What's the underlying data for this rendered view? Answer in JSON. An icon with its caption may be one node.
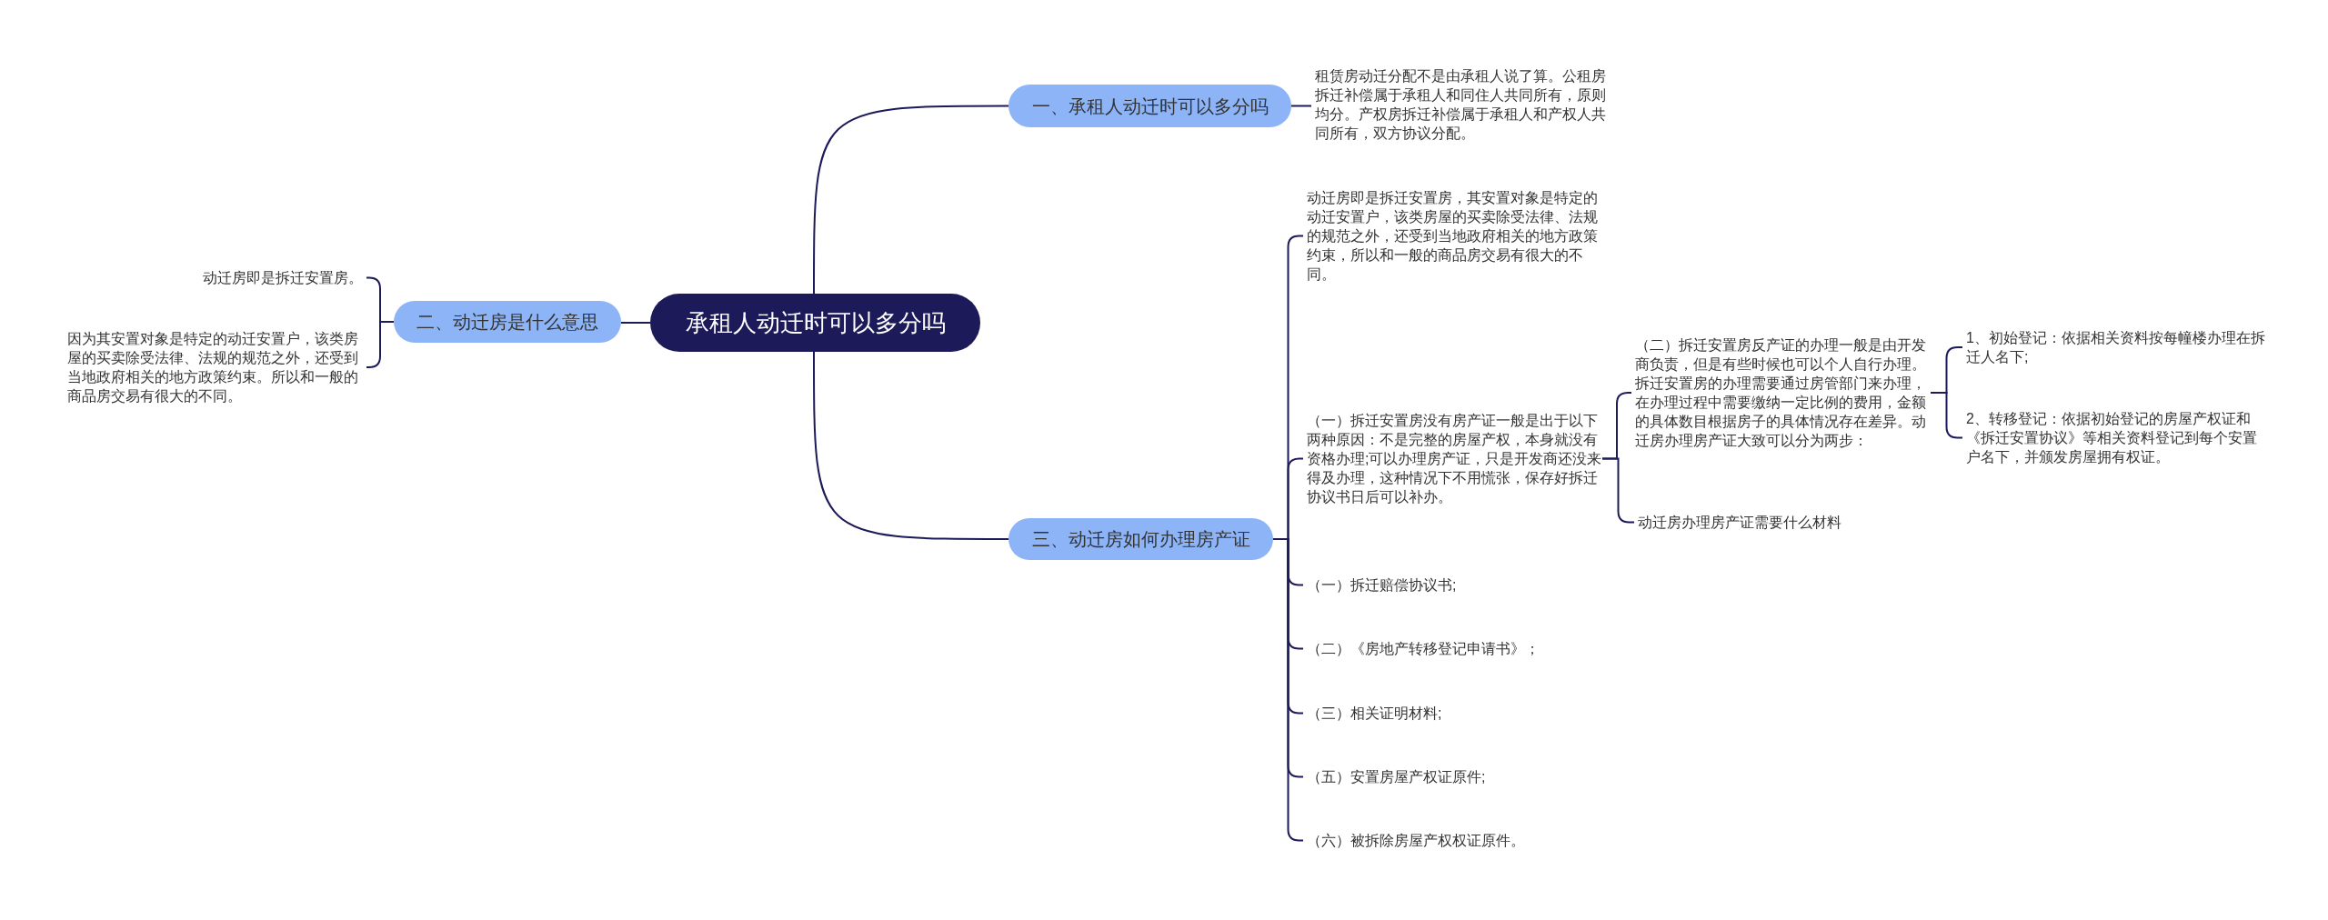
{
  "diagram": {
    "nodes": [
      {
        "text": [
          "承租人动迁时可以多分吗"
        ]
      },
      {
        "text": [
          "一、承租人动迁时可以多分吗"
        ]
      },
      {
        "text": [
          "租赁房动迁分配不是由承租人说了算。公租房拆迁补偿属于承租人和同住人共同所有，原则均分。产权房拆迁补偿属于承租人和产权人共同所有，双方协议分配。"
        ]
      },
      {
        "text": [
          "二、动迁房是什么意思"
        ]
      },
      {
        "text": [
          "动迁房即是拆迁安置房。"
        ]
      },
      {
        "text": [
          "因为其安置对象是特定的动迁安置户，该类房屋的买卖除受法律、法规的规范之外，还受到当地政府相关的地方政策约束。所以和一般的商品房交易有很大的不同。"
        ]
      },
      {
        "text": [
          "三、动迁房如何办理房产证"
        ]
      },
      {
        "text": [
          "动迁房即是拆迁安置房，其安置对象是特定的动迁安置户，该类房屋的买卖除受法律、法规的规范之外，还受到当地政府相关的地方政策约束，所以和一般的商品房交易有很大的不同。"
        ]
      },
      {
        "text": [
          "（一）拆迁安置房没有房产证一般是出于以下两种原因：不是完整的房屋产权，本身就没有资格办理;可以办理房产证，只是开发商还没来得及办理，这种情况下不用慌张，保存好拆迁协议书日后可以补办。"
        ]
      },
      {
        "text": [
          "（二）拆迁安置房反产证的办理一般是由开发商负责，但是有些时候也可以个人自行办理。拆迁安置房的办理需要通过房管部门来办理，在办理过程中需要缴纳一定比例的费用，金额的具体数目根据房子的具体情况存在差异。动迁房办理房产证大致可以分为两步："
        ]
      },
      {
        "text": [
          "1、初始登记：依据相关资料按每幢楼办理在拆迁人名下;"
        ]
      },
      {
        "text": [
          "2、转移登记：依据初始登记的房屋产权证和《拆迁安置协议》等相关资料登记到每个安置户名下，并颁发房屋拥有权证。"
        ]
      },
      {
        "text": [
          "动迁房办理房产证需要什么材料"
        ]
      },
      {
        "text": [
          "（一）拆迁赔偿协议书;"
        ]
      },
      {
        "text": [
          "（二）《房地产转移登记申请书》；"
        ]
      },
      {
        "text": [
          "（三）相关证明材料;"
        ]
      },
      {
        "text": [
          "（五）安置房屋产权证原件;"
        ]
      },
      {
        "text": [
          "（六）被拆除房屋产权权证原件。"
        ]
      }
    ],
    "edges": [
      {
        "from": 0,
        "to": 1,
        "arrow": "none"
      },
      {
        "from": 0,
        "to": 3,
        "arrow": "none"
      },
      {
        "from": 0,
        "to": 6,
        "arrow": "none"
      },
      {
        "from": 1,
        "to": 2,
        "arrow": "none"
      },
      {
        "from": 3,
        "to": 4,
        "arrow": "none"
      },
      {
        "from": 3,
        "to": 5,
        "arrow": "none"
      },
      {
        "from": 6,
        "to": 7,
        "arrow": "none"
      },
      {
        "from": 6,
        "to": 8,
        "arrow": "none"
      },
      {
        "from": 6,
        "to": 13,
        "arrow": "none"
      },
      {
        "from": 6,
        "to": 14,
        "arrow": "none"
      },
      {
        "from": 6,
        "to": 15,
        "arrow": "none"
      },
      {
        "from": 6,
        "to": 16,
        "arrow": "none"
      },
      {
        "from": 6,
        "to": 17,
        "arrow": "none"
      },
      {
        "from": 8,
        "to": 9,
        "arrow": "none"
      },
      {
        "from": 8,
        "to": 12,
        "arrow": "none"
      },
      {
        "from": 9,
        "to": 10,
        "arrow": "none"
      },
      {
        "from": 9,
        "to": 11,
        "arrow": "none"
      }
    ]
  }
}
